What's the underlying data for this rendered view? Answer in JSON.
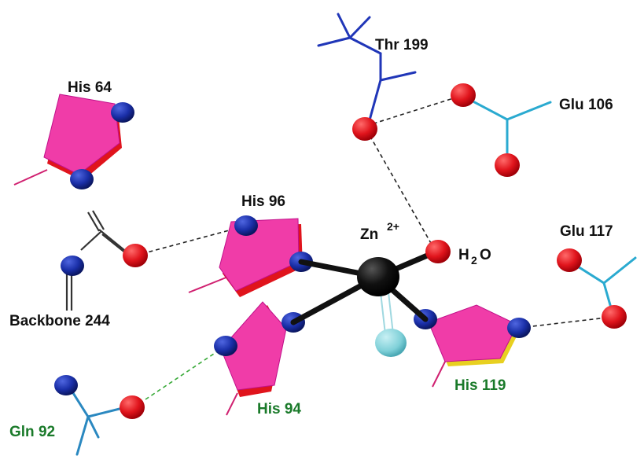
{
  "labels": {
    "his64": "His 64",
    "thr199": "Thr 199",
    "glu106": "Glu 106",
    "his96": "His 96",
    "zn": "Zn",
    "zn_charge": "2+",
    "water_h": "H",
    "water_sub": "2",
    "water_o": "O",
    "glu117": "Glu 117",
    "backbone244": "Backbone 244",
    "his119": "His 119",
    "his94": "His 94",
    "gln92": "Gln 92"
  },
  "colors": {
    "oxygen": "#e0141c",
    "nitrogen": "#1a2fa8",
    "ring_fill": "#f03ca8",
    "ring_edge": "#e0141c",
    "zinc": "#111111",
    "thr_bond": "#2036b8",
    "glu_bond": "#2aaad0",
    "backbone_bond": "#555555",
    "hbond": "#222222",
    "hbond_green": "#3aaa3a",
    "ghost_atom": "#7fd0d8"
  }
}
